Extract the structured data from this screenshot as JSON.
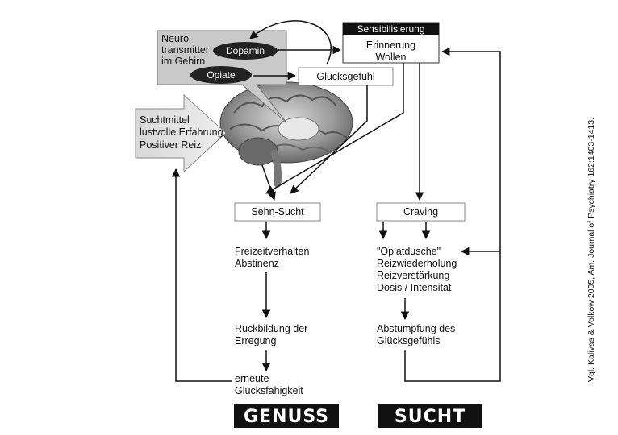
{
  "neuro_box": {
    "label_lines": [
      "Neuro-",
      "transmitter",
      "im Gehirn"
    ],
    "dopamin": "Dopamin",
    "opiate": "Opiate"
  },
  "stimulus_arrow": {
    "lines": [
      "Suchtmittel",
      "lustvolle Erfahrung",
      "Positiver Reiz"
    ]
  },
  "sensibilisierung": {
    "header": "Sensibilisierung",
    "lines": [
      "Erinnerung",
      "Wollen"
    ]
  },
  "gluecksgefuehl": "Glücksgefühl",
  "genuss_path": {
    "box": "Sehn-Sucht",
    "step1": [
      "Freizeitverhalten",
      "Abstinenz"
    ],
    "step2": [
      "Rückbildung der",
      "Erregung"
    ],
    "step3": [
      "erneute",
      "Glücksfähigkeit"
    ],
    "footer": "GENUSS"
  },
  "sucht_path": {
    "box": "Craving",
    "step1": [
      "\"Opiatdusche\"",
      "Reizwiederholung",
      "Reizverstärkung",
      "Dosis / Intensität"
    ],
    "step2": [
      "Abstumpfung des",
      "Glücksgefühls"
    ],
    "footer": "SUCHT"
  },
  "citation": "Vgl. Kalivas & Volkow 2005, Am. Journal of Psychiatry 162:1403-1413."
}
